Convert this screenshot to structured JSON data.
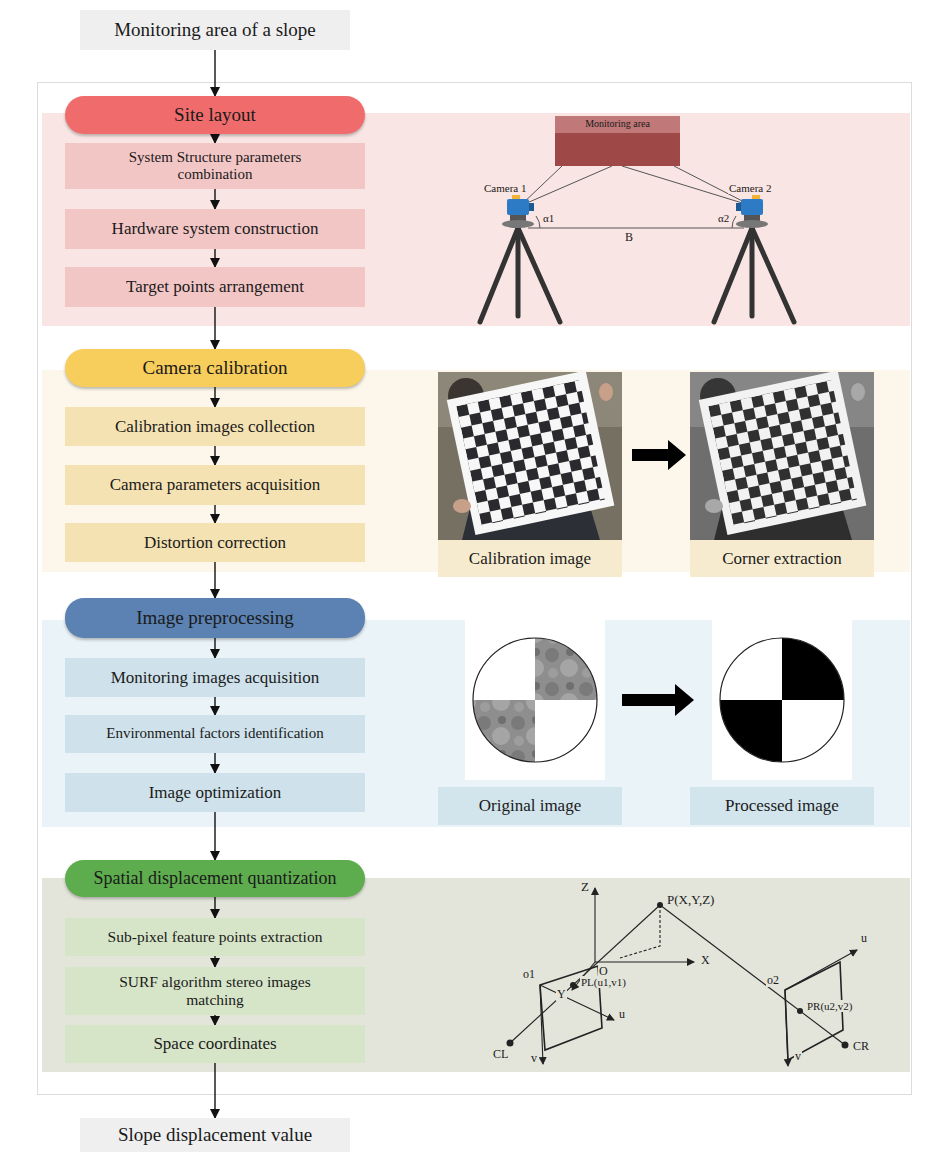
{
  "diagram": {
    "nodes": [
      {
        "text": [
          "Monitoring area of a slope"
        ]
      },
      {
        "text": [
          "Site layout"
        ]
      },
      {
        "text": [
          "System Structure parameters combination"
        ]
      },
      {
        "text": [
          "Hardware system construction"
        ]
      },
      {
        "text": [
          "Target points arrangement"
        ]
      },
      {
        "text": [
          "Monitoring area"
        ]
      },
      {
        "text": [
          "Camera calibration"
        ]
      },
      {
        "text": [
          "Calibration images collection"
        ]
      },
      {
        "text": [
          "Camera parameters acquisition"
        ]
      },
      {
        "text": [
          "Distortion correction"
        ]
      },
      {
        "text": [
          "Calibration image"
        ]
      },
      {
        "text": [
          "Corner extraction"
        ]
      },
      {
        "text": [
          "Image preprocessing"
        ]
      },
      {
        "text": [
          "Monitoring images acquisition"
        ]
      },
      {
        "text": [
          "Environmental factors identification"
        ]
      },
      {
        "text": [
          "Image optimization"
        ]
      },
      {
        "text": [
          "Original image"
        ]
      },
      {
        "text": [
          "Processed image"
        ]
      },
      {
        "text": [
          "Spatial displacement quantization"
        ]
      },
      {
        "text": [
          "Sub-pixel feature points extraction"
        ]
      },
      {
        "text": [
          "SURF algorithm stereo images matching"
        ]
      },
      {
        "text": [
          "Space coordinates"
        ]
      },
      {
        "text": [
          "Slope displacement value"
        ]
      }
    ],
    "edges": [
      {
        "from": 0,
        "to": 1,
        "arrow": "to"
      },
      {
        "from": 1,
        "to": 2,
        "arrow": "to"
      },
      {
        "from": 2,
        "to": 3,
        "arrow": "to"
      },
      {
        "from": 3,
        "to": 4,
        "arrow": "to"
      },
      {
        "from": 4,
        "to": 6,
        "arrow": "to"
      },
      {
        "from": 6,
        "to": 7,
        "arrow": "to"
      },
      {
        "from": 7,
        "to": 8,
        "arrow": "to"
      },
      {
        "from": 8,
        "to": 9,
        "arrow": "to"
      },
      {
        "from": 9,
        "to": 12,
        "arrow": "to"
      },
      {
        "from": 12,
        "to": 13,
        "arrow": "to"
      },
      {
        "from": 13,
        "to": 14,
        "arrow": "to"
      },
      {
        "from": 14,
        "to": 15,
        "arrow": "to"
      },
      {
        "from": 15,
        "to": 18,
        "arrow": "to"
      },
      {
        "from": 18,
        "to": 19,
        "arrow": "to"
      },
      {
        "from": 19,
        "to": 20,
        "arrow": "to"
      },
      {
        "from": 20,
        "to": 21,
        "arrow": "to"
      },
      {
        "from": 21,
        "to": 22,
        "arrow": "to"
      }
    ],
    "labels": [
      "Camera 1",
      "Camera 2",
      "α1",
      "α2",
      "B",
      "Z",
      "P(X,Y,Z)",
      "O",
      "X",
      "Y",
      "o1",
      "u",
      "v",
      "PL(u1,v1)",
      "CL",
      "o2",
      "u",
      "v",
      "PR(u2,v2)",
      "CR"
    ]
  }
}
